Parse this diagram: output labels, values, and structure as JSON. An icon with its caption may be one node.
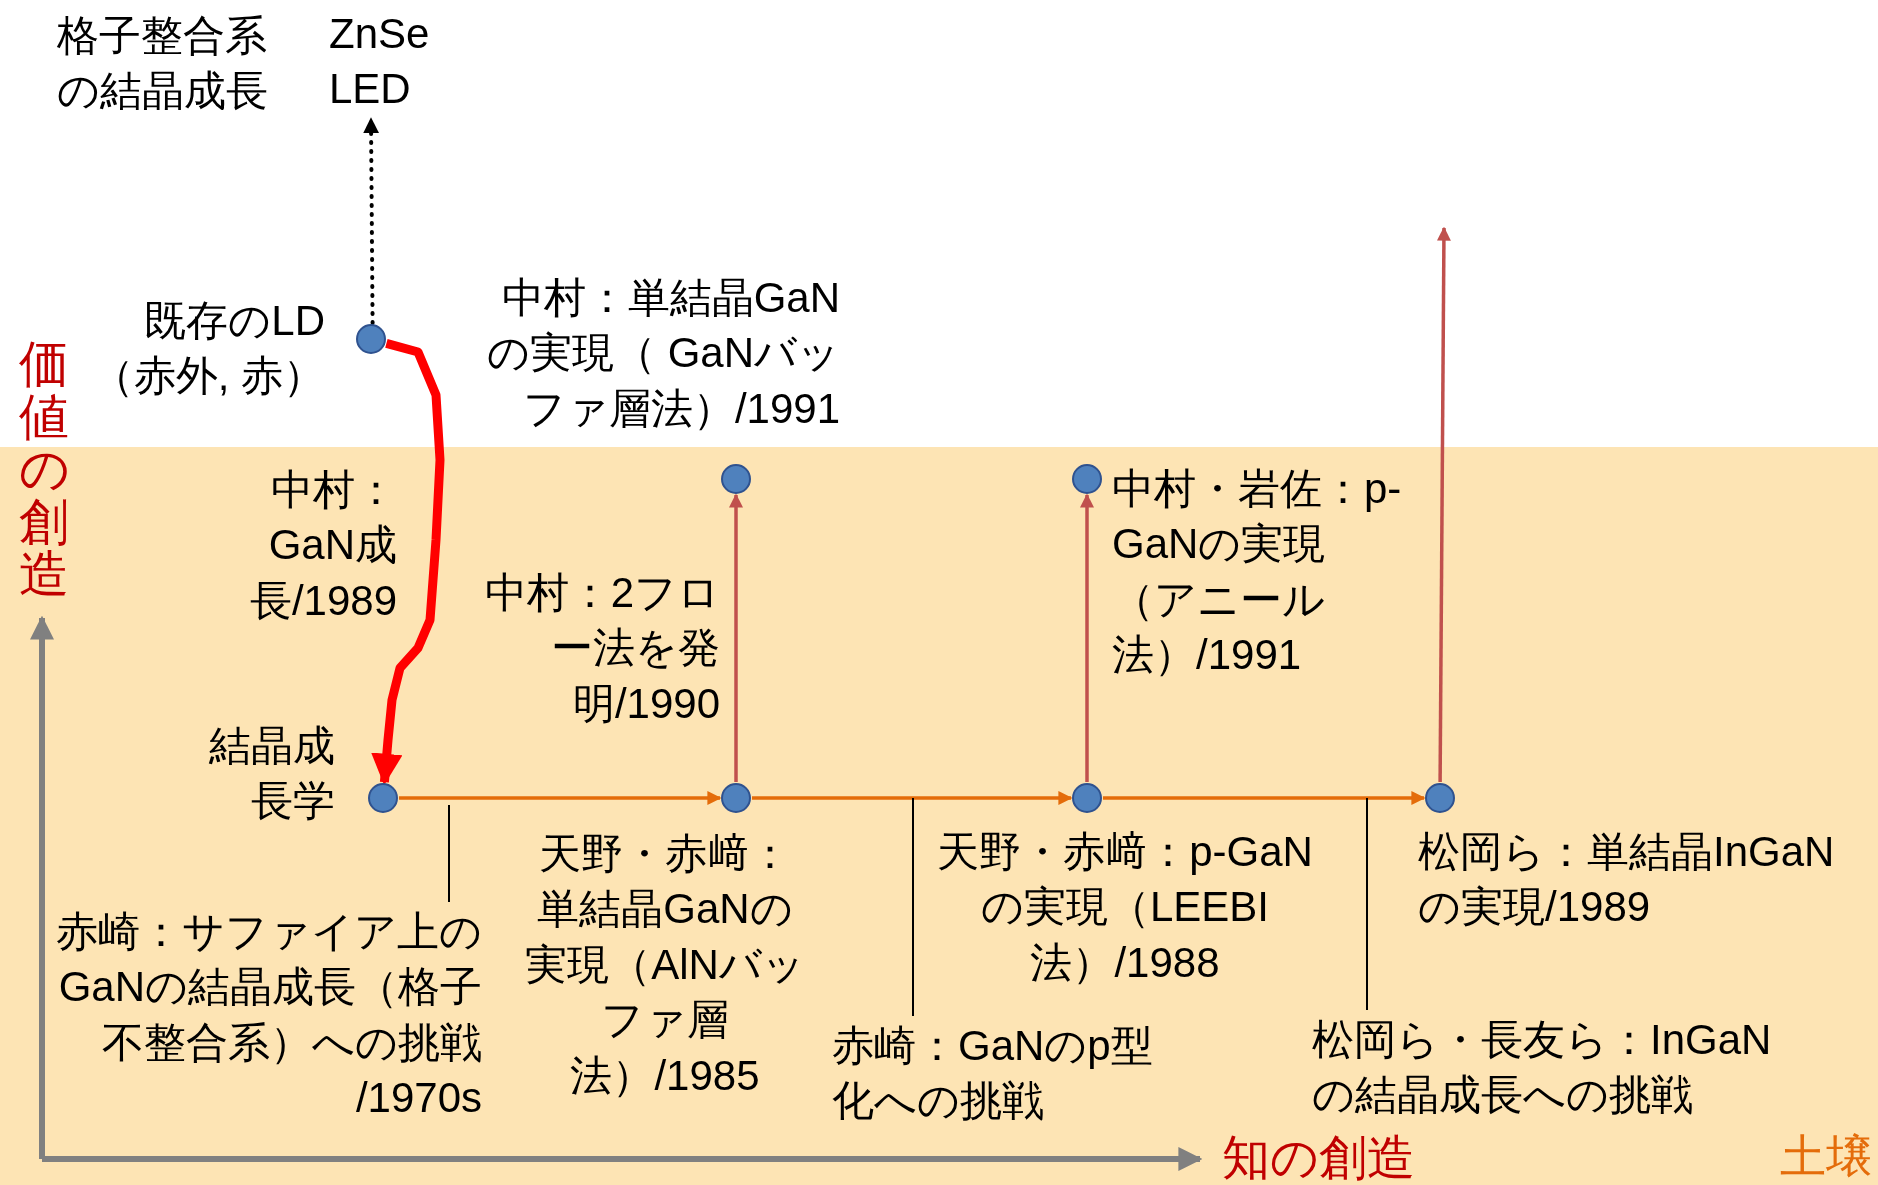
{
  "diagram": {
    "nodes": [
      {
        "text": [
          "ZnSe LED"
        ]
      },
      {
        "text": [],
        "shape": "circle",
        "beside": [
          "既存のLD （赤外, 赤）"
        ]
      },
      {
        "text": [],
        "shape": "circle",
        "beside": [
          "中村：単結晶GaNの実現（ GaNバッファ層法）/1991"
        ]
      },
      {
        "text": [],
        "shape": "circle",
        "beside": [
          "中村・岩佐：p-GaNの実現（アニール法）/1991"
        ]
      },
      {
        "text": [],
        "shape": "circle",
        "beside": [
          "結晶成長学"
        ]
      },
      {
        "text": [],
        "shape": "circle",
        "beside": [
          "天野・赤﨑：単結晶GaNの実現（AlNバッファ層法）/1985"
        ]
      },
      {
        "text": [],
        "shape": "circle",
        "beside": [
          "天野・赤﨑：p-GaNの実現（LEEBI法）/1988"
        ]
      },
      {
        "text": [],
        "shape": "circle",
        "beside": [
          "松岡ら：単結晶InGaNの実現/1989"
        ]
      },
      {
        "text": [
          "赤崎：サファイア上のGaNの結晶成長（格子不整合系）への挑戦 /1970s"
        ]
      },
      {
        "text": [
          "赤崎：GaNのp型化への挑戦"
        ]
      },
      {
        "text": [
          "松岡ら・長友ら：InGaNの結晶成長への挑戦"
        ]
      }
    ],
    "edges": [
      {
        "from": 1,
        "to": 0,
        "arrow": "to",
        "style": "dashed",
        "color": "#000000"
      },
      {
        "from": 1,
        "to": 4,
        "arrow": "to",
        "style": "thick",
        "color": "#ff0000",
        "label": "中村：GaN成長/1989"
      },
      {
        "from": 4,
        "to": 5,
        "arrow": "to",
        "color": "#e46c0a"
      },
      {
        "from": 5,
        "to": 2,
        "arrow": "to",
        "color": "#c0504d",
        "label": "中村：2フロー法を発明/1990"
      },
      {
        "from": 5,
        "to": 6,
        "arrow": "to",
        "color": "#e46c0a"
      },
      {
        "from": 6,
        "to": 3,
        "arrow": "to",
        "color": "#c0504d"
      },
      {
        "from": 6,
        "to": 7,
        "arrow": "to",
        "color": "#e46c0a"
      },
      {
        "from": 7,
        "to": null,
        "arrow": "to",
        "color": "#c0504d"
      },
      {
        "from": 8,
        "to": null,
        "arrow": "none",
        "color": "#000000"
      },
      {
        "from": 9,
        "to": null,
        "arrow": "none",
        "color": "#000000"
      },
      {
        "from": 10,
        "to": null,
        "arrow": "none",
        "color": "#000000"
      }
    ],
    "labels": [
      "格子整合系の結晶成長",
      "価値の創造",
      "知の創造",
      "土壌"
    ]
  }
}
